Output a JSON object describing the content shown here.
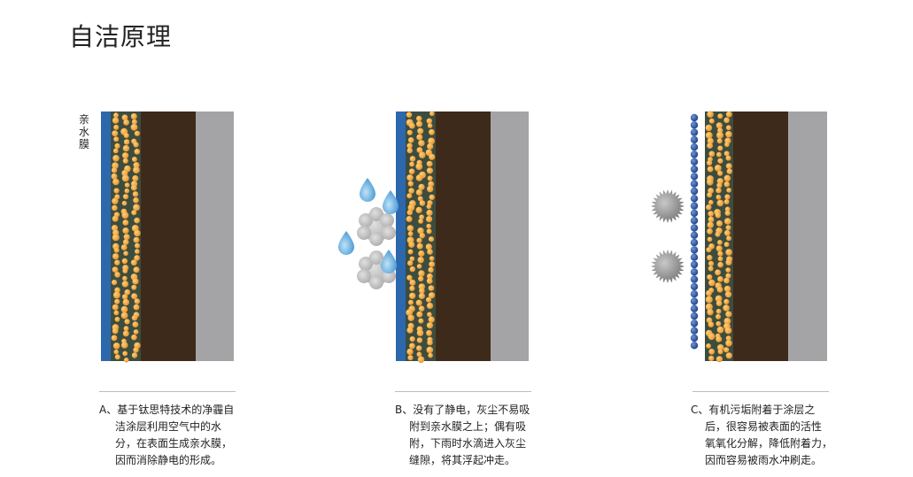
{
  "title": "自洁原理",
  "layer_label": "亲水膜",
  "captions": [
    {
      "lines": [
        "A、基于钛思特技术的净霾自",
        "洁涂层利用空气中的水",
        "分，在表面生成亲水膜，",
        "因而消除静电的形成。"
      ]
    },
    {
      "lines": [
        "B、没有了静电，灰尘不易吸",
        "附到亲水膜之上；偶有吸",
        "附，下雨时水滴进入灰尘",
        "缝隙，将其浮起冲走。"
      ]
    },
    {
      "lines": [
        "C、有机污垢附着于涂层之",
        "后，很容易被表面的活性",
        "氧氧化分解，降低附着力，",
        "因而容易被雨水冲刷走。"
      ]
    }
  ],
  "colors": {
    "film": "#2d68ad",
    "coating": "#3c4d3f",
    "particle": "#f2a63a",
    "substrate": "#3e2a1a",
    "base": "#a4a4a6",
    "water_drop": "#5aa8dc",
    "dust": "#bdbdbd",
    "dirt": "#8c8c8c",
    "oxygen_dot": "#264f9c"
  },
  "icons": [
    "water-drop-icon",
    "dust-cloud-icon",
    "dirt-particle-icon",
    "active-oxygen-icon"
  ]
}
